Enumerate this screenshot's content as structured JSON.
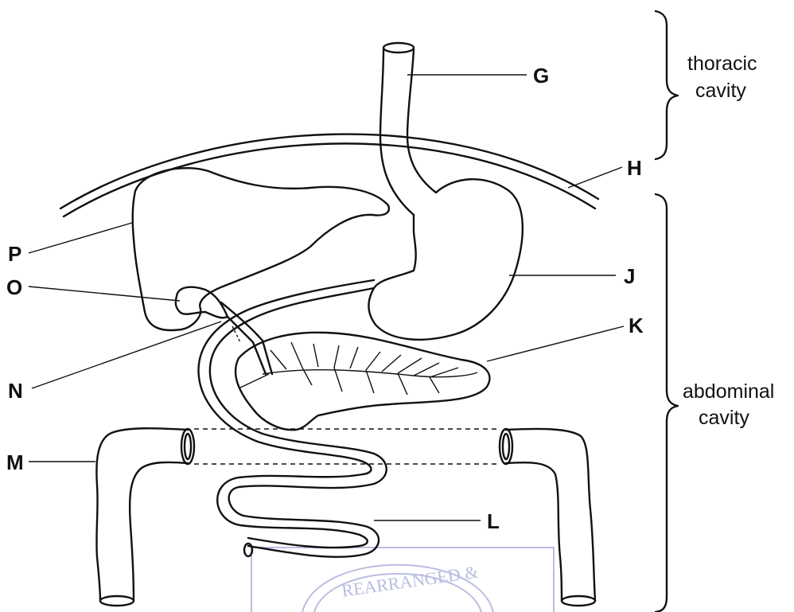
{
  "labels": {
    "G": "G",
    "H": "H",
    "J": "J",
    "K": "K",
    "L": "L",
    "M": "M",
    "N": "N",
    "O": "O",
    "P": "P"
  },
  "regions": {
    "thoracic_line1": "thoracic",
    "thoracic_line2": "cavity",
    "abdominal_line1": "abdominal",
    "abdominal_line2": "cavity"
  },
  "watermark": {
    "text": "REARRANGED &"
  }
}
